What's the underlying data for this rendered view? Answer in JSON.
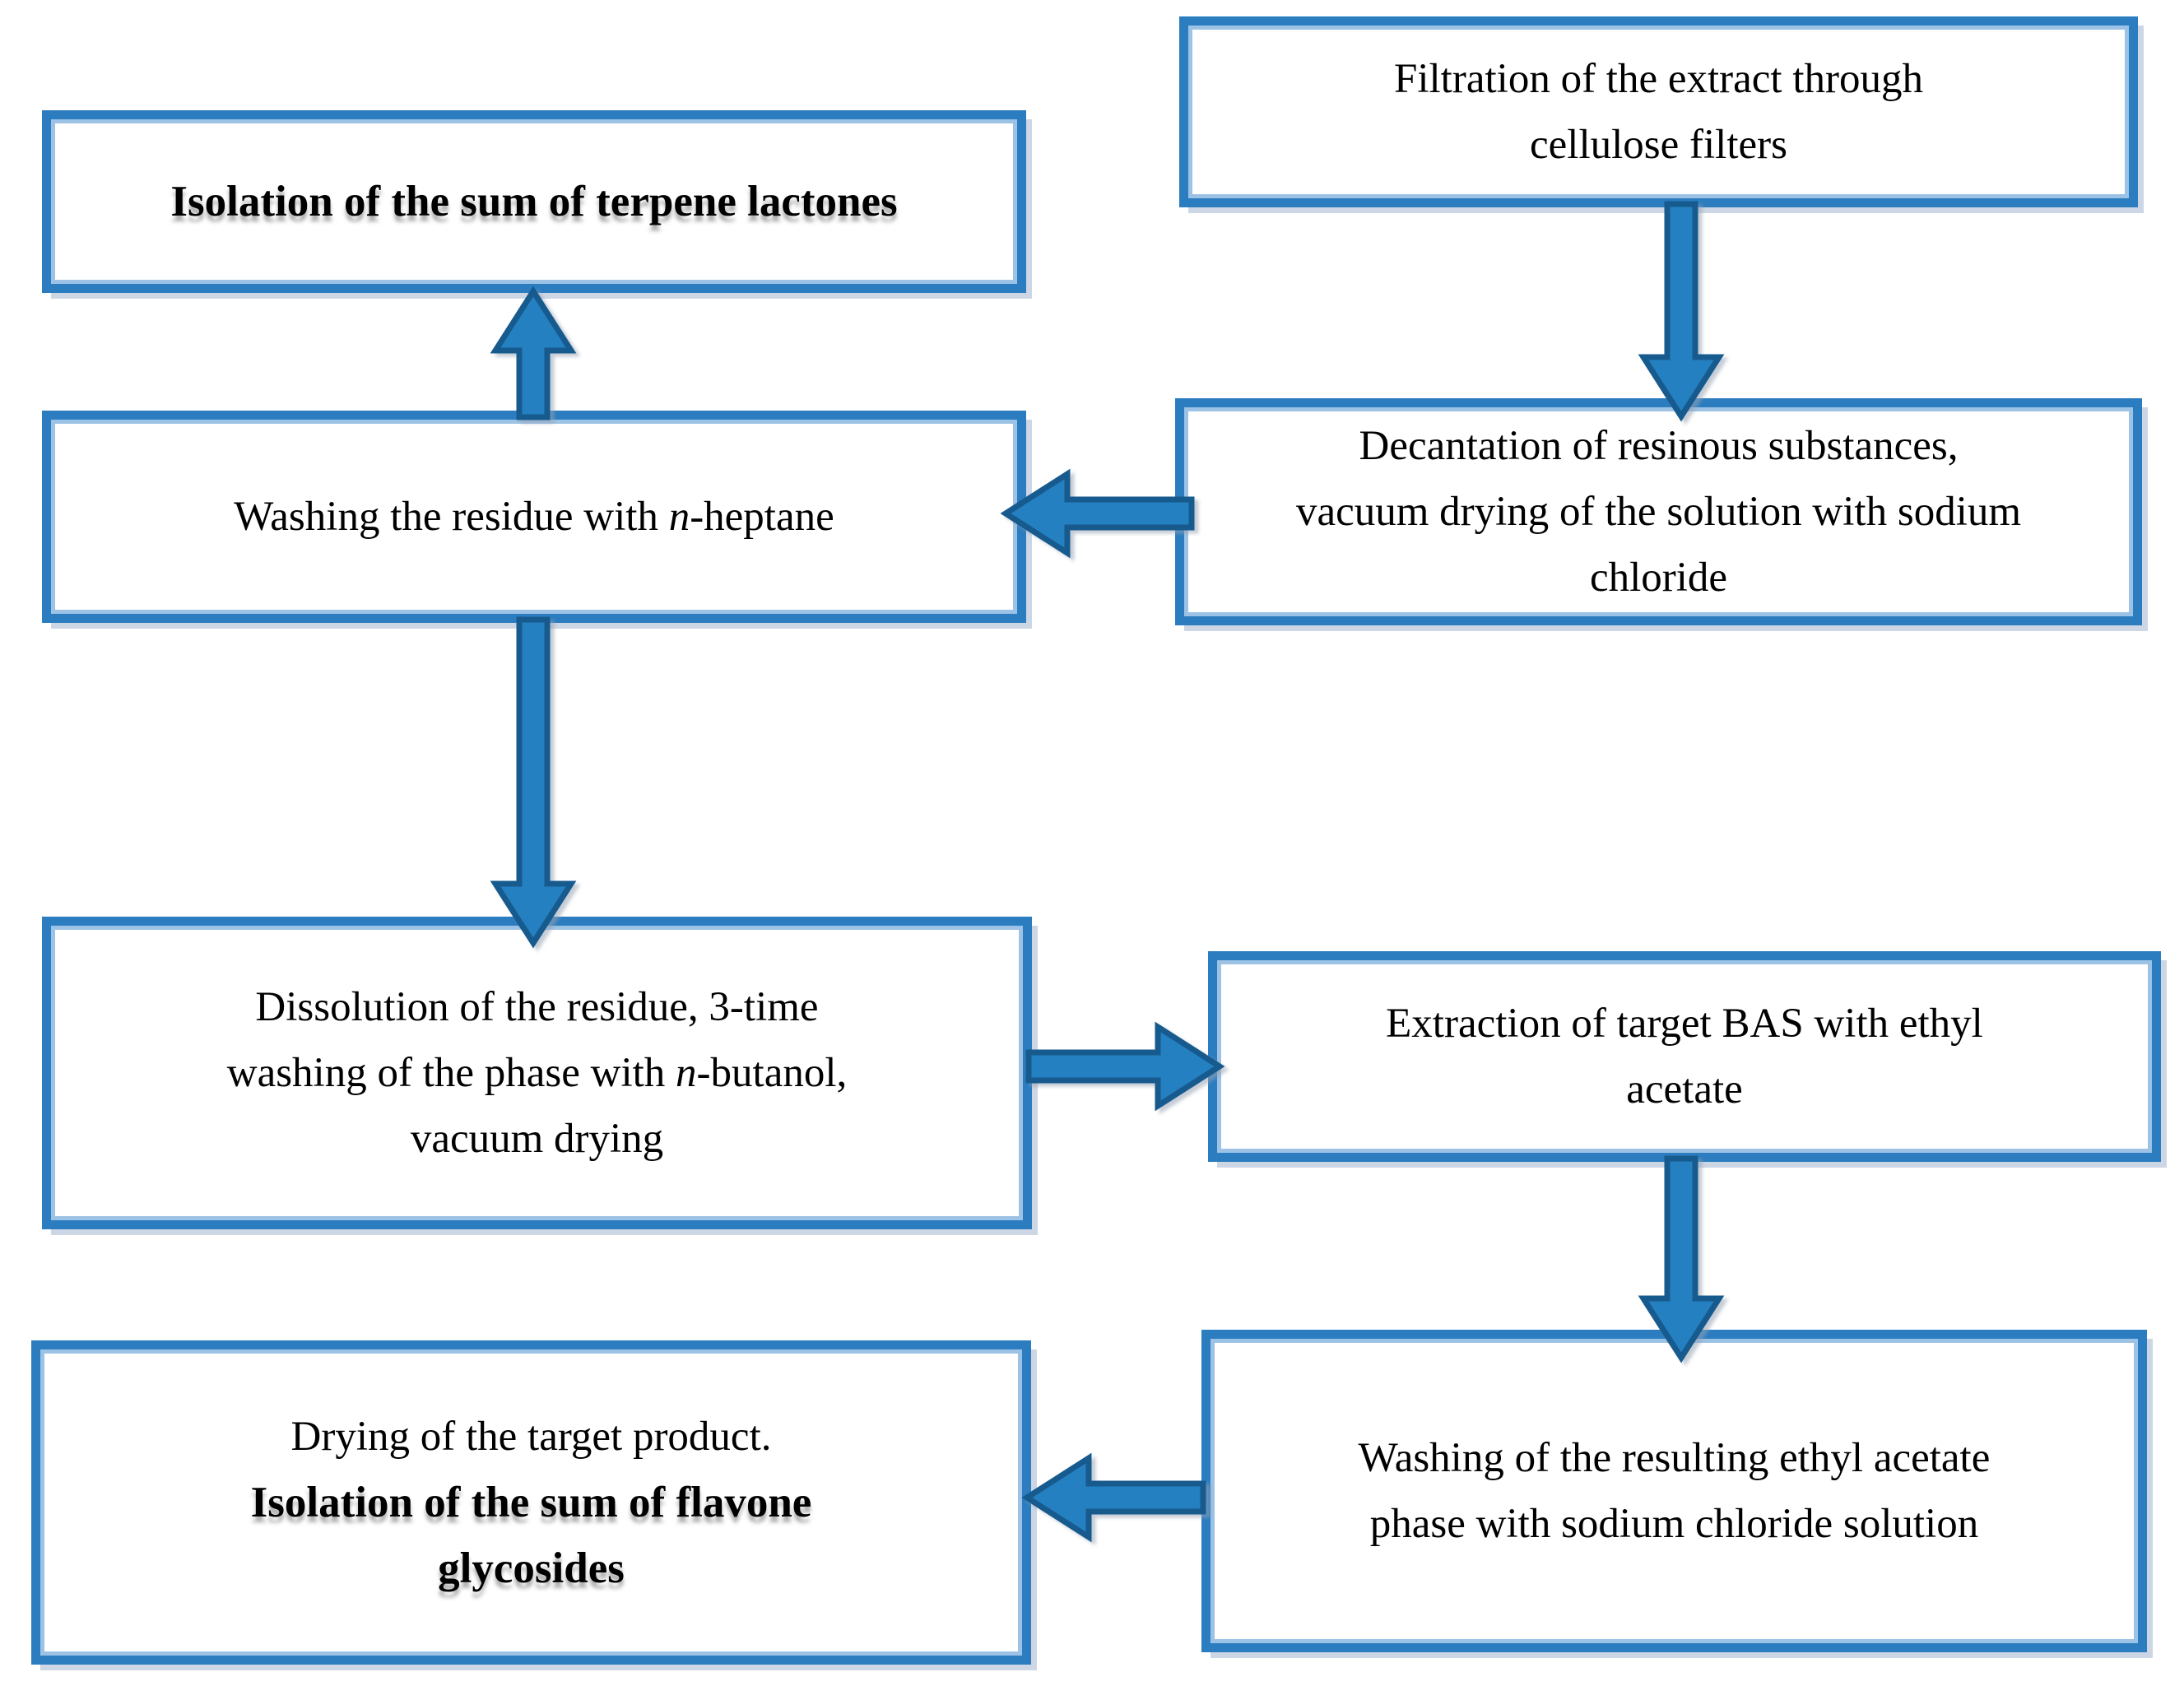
{
  "colors": {
    "box_border": "#2b7dc0",
    "box_border_inner": "#9cc2e5",
    "box_shadow": "#ccd6e4",
    "arrow_fill": "#2480c0",
    "arrow_outline": "#175a8e",
    "text": "#000000",
    "background": "#ffffff"
  },
  "boxes": {
    "isolation_terpene": {
      "line1": "Isolation of the sum of terpene lactones"
    },
    "filtration": {
      "line1": "Filtration of the extract through",
      "line2": "cellulose filters"
    },
    "washing_heptane": {
      "line1_pre": "Washing the residue with ",
      "line1_italic": "n",
      "line1_post": "-heptane"
    },
    "decantation": {
      "line1": "Decantation of resinous substances,",
      "line2": "vacuum drying of the solution with sodium",
      "line3": "chloride"
    },
    "dissolution": {
      "line1": "Dissolution of the residue, 3-time",
      "line2_pre": "washing of the phase with ",
      "line2_italic": "n",
      "line2_post": "-butanol,",
      "line3": "vacuum drying"
    },
    "extraction": {
      "line1": "Extraction of target BAS with ethyl",
      "line2": "acetate"
    },
    "washing_ethyl": {
      "line1": "Washing of the resulting ethyl acetate",
      "line2": "phase with sodium chloride solution"
    },
    "drying_flavone": {
      "line1": "Drying of the target product.",
      "line2": "Isolation of the sum of flavone",
      "line3": "glycosides"
    }
  },
  "arrows": [
    {
      "id": "filtration-to-decantation",
      "direction": "down"
    },
    {
      "id": "decantation-to-washing-heptane",
      "direction": "left"
    },
    {
      "id": "washing-heptane-to-isolation",
      "direction": "up"
    },
    {
      "id": "washing-heptane-to-dissolution",
      "direction": "down"
    },
    {
      "id": "dissolution-to-extraction",
      "direction": "right"
    },
    {
      "id": "extraction-to-washing-ethyl",
      "direction": "down"
    },
    {
      "id": "washing-ethyl-to-drying",
      "direction": "left"
    }
  ]
}
